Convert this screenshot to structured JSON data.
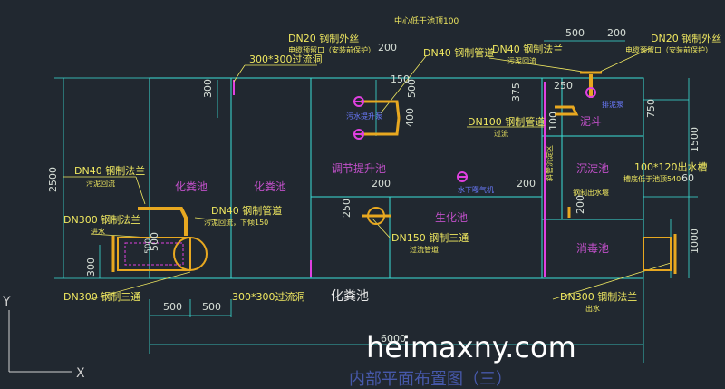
{
  "drawing": {
    "title": "内部平面布置图（三）",
    "watermark": "heimaxny.com",
    "axis_x": "X",
    "axis_y": "Y",
    "rooms": {
      "septic1": "化粪池",
      "septic2": "化粪池",
      "septic_bottom": "化粪池",
      "regulating": "调节提升池",
      "biochem": "生化池",
      "sedimentation": "沉淀池",
      "disinfection": "消毒池",
      "hopper": "泥斗"
    },
    "annotations": {
      "center_pipe": "中心低于池顶100",
      "dn20_left": "DN20 钢制外丝",
      "dn20_left_sub": "电缆预留口（安装前保护）",
      "dn20_right": "DN20 钢制外丝",
      "dn20_right_sub": "电缆预留口（安装前保护）",
      "hole_top": "300*300过流洞",
      "hole_bottom": "300*300过流洞",
      "dn40_mid": "DN40 钢制管道",
      "dn40_right": "DN40 钢制法兰",
      "dn40_right_sub": "污泥回流",
      "dn40_left": "DN40 钢制法兰",
      "dn40_left_sub": "污泥回流",
      "dn40_pipe": "DN40 钢制管道",
      "dn40_pipe_sub": "污泥回流，下倾150",
      "dn100": "DN100 钢制管道",
      "dn100_sub": "过流",
      "dn150": "DN150 钢制三通",
      "dn150_sub": "过流管道",
      "dn300_in": "DN300 钢制法兰",
      "dn300_in_sub": "进水",
      "dn300_tee": "DN300 钢制三通",
      "dn300_out": "DN300 钢制法兰",
      "dn300_out_sub": "出水",
      "weir": "100*120出水槽",
      "weir_sub": "槽底低于池顶540",
      "baffle": "钢制出水堰",
      "slant": "斜管沉淀区",
      "pump1": "污水提升泵",
      "pump2": "排泥泵",
      "aerator": "水下曝气机"
    },
    "dims": {
      "d2500": "2500",
      "d300a": "300",
      "d300b": "300",
      "d500": "500",
      "d500b": "500",
      "d500c": "500",
      "d500d": "500",
      "d6000": "6000",
      "d200a": "200",
      "d200b": "200",
      "d200c": "200",
      "d200d": "200",
      "d150": "150",
      "d500e": "500",
      "d400": "400",
      "d250a": "250",
      "d250b": "250",
      "d375": "375",
      "d750": "750",
      "d1500": "1500",
      "d1000": "1000",
      "d100": "100",
      "d200e": "200",
      "d500f": "500",
      "d60": "60"
    }
  }
}
